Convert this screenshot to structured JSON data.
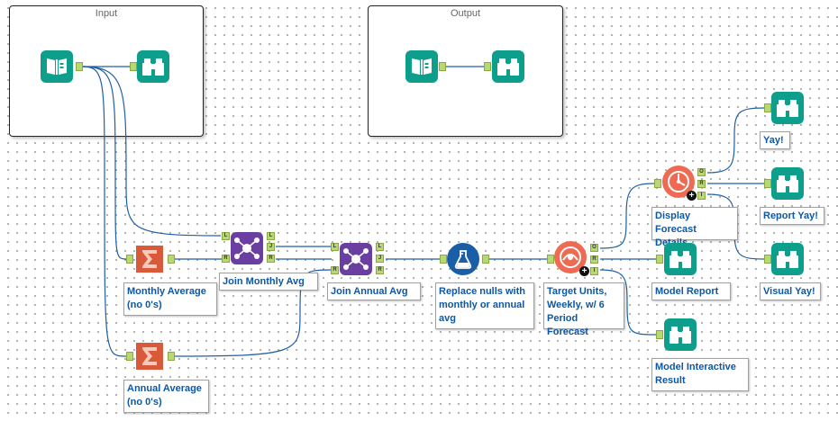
{
  "containers": {
    "input": {
      "title": "Input"
    },
    "output": {
      "title": "Output"
    }
  },
  "anchors": {
    "left": "L",
    "right": "R",
    "join": "J",
    "output": "O",
    "report": "R",
    "interactive": "I"
  },
  "tools": {
    "monthly_average": {
      "label": "Monthly Average\n(no 0's)",
      "icon": "summarize-icon",
      "color": "#d9593b"
    },
    "annual_average": {
      "label": "Annual Average\n(no 0's)",
      "icon": "summarize-icon",
      "color": "#d9593b"
    },
    "join_monthly": {
      "label": "Join Monthly Avg",
      "icon": "join-icon",
      "color": "#6a3fa1"
    },
    "join_annual": {
      "label": "Join Annual Avg",
      "icon": "join-icon",
      "color": "#6a3fa1"
    },
    "replace_nulls": {
      "label": "Replace nulls with\nmonthly or annual\navg",
      "icon": "formula-icon",
      "color": "#1b5ea8"
    },
    "target_units": {
      "label": "Target Units,\nWeekly, w/ 6\nPeriod Forecast",
      "icon": "forecast-icon",
      "color": "#ee6a52"
    },
    "display_forecast": {
      "label": "Display Forecast\nDetails",
      "icon": "forecast-icon",
      "color": "#ee6a52"
    },
    "model_report": {
      "label": "Model Report",
      "icon": "browse-icon",
      "color": "#0e9f8c"
    },
    "model_interactive": {
      "label": "Model Interactive\nResult",
      "icon": "browse-icon",
      "color": "#0e9f8c"
    },
    "yay": {
      "label": "Yay!",
      "icon": "browse-icon",
      "color": "#0e9f8c"
    },
    "report_yay": {
      "label": "Report Yay!",
      "icon": "browse-icon",
      "color": "#0e9f8c"
    },
    "visual_yay": {
      "label": "Visual Yay!",
      "icon": "browse-icon",
      "color": "#0e9f8c"
    }
  },
  "colors": {
    "wire": "#1f5fa6",
    "anchor": "#b9d871",
    "label_text": "#0e57a3"
  }
}
